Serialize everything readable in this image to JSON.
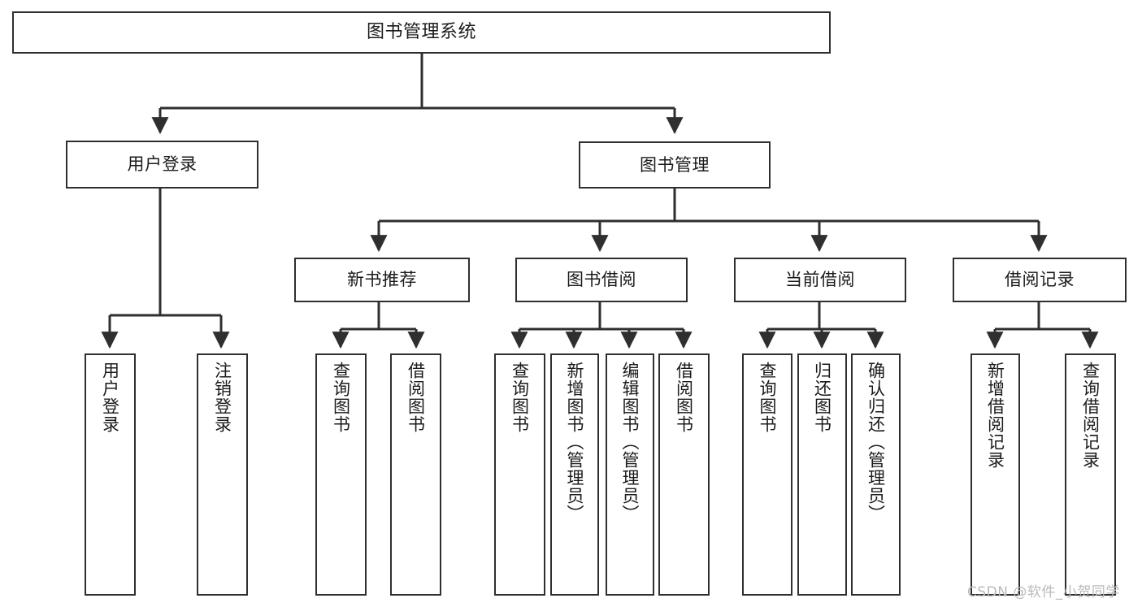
{
  "diagram": {
    "type": "tree-hierarchy",
    "title": "图书管理系统",
    "orientation": "top-down",
    "edge_style": "orthogonal-elbow-with-arrowheads",
    "colors": {
      "box_border": "#2f2f2f",
      "box_fill": "#ffffff",
      "line": "#2f2f2f",
      "text": "#1b1b1b",
      "watermark": "#b9b9b9",
      "background": "#ffffff"
    },
    "root": {
      "label": "图书管理系统",
      "level": 0
    },
    "level1": [
      {
        "label": "用户登录",
        "level": 1
      },
      {
        "label": "图书管理",
        "level": 1
      }
    ],
    "level2": [
      {
        "label": "新书推荐",
        "level": 2,
        "parent": "图书管理"
      },
      {
        "label": "图书借阅",
        "level": 2,
        "parent": "图书管理"
      },
      {
        "label": "当前借阅",
        "level": 2,
        "parent": "图书管理"
      },
      {
        "label": "借阅记录",
        "level": 2,
        "parent": "图书管理"
      }
    ],
    "leaves": {
      "用户登录": [
        {
          "label": "用户登录"
        },
        {
          "label": "注销登录"
        }
      ],
      "新书推荐": [
        {
          "label": "查询图书"
        },
        {
          "label": "借阅图书"
        }
      ],
      "图书借阅": [
        {
          "label": "查询图书"
        },
        {
          "label": "新增图书（管理员）"
        },
        {
          "label": "编辑图书（管理员）"
        },
        {
          "label": "借阅图书"
        }
      ],
      "当前借阅": [
        {
          "label": "查询图书"
        },
        {
          "label": "归还图书"
        },
        {
          "label": "确认归还（管理员）"
        }
      ],
      "借阅记录": [
        {
          "label": "新增借阅记录"
        },
        {
          "label": "查询借阅记录"
        }
      ]
    }
  },
  "watermark": {
    "text": "CSDN @软件_小贺同学"
  }
}
